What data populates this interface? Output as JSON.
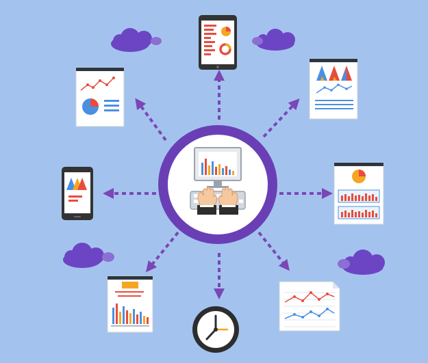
{
  "colors": {
    "background": "#a3c3ee",
    "accent_purple": "#6a3fb5",
    "arrow_purple": "#7b46b6",
    "cloud_purple": "#6c45c4",
    "red": "#e84c3d",
    "orange": "#f5a623",
    "blue": "#4a90e2",
    "yellow": "#f8d147",
    "dark": "#333333",
    "screen_white": "#ffffff"
  },
  "illustration": {
    "center": "computer-with-typing-hands",
    "satellites": [
      "tablet-with-report",
      "document-with-triangle-chart",
      "document-with-bar-and-pie-chart",
      "document-with-line-chart",
      "clock",
      "document-with-bar-chart",
      "phone-with-triangle-chart",
      "document-with-line-and-pie-chart"
    ],
    "clouds": 4
  }
}
